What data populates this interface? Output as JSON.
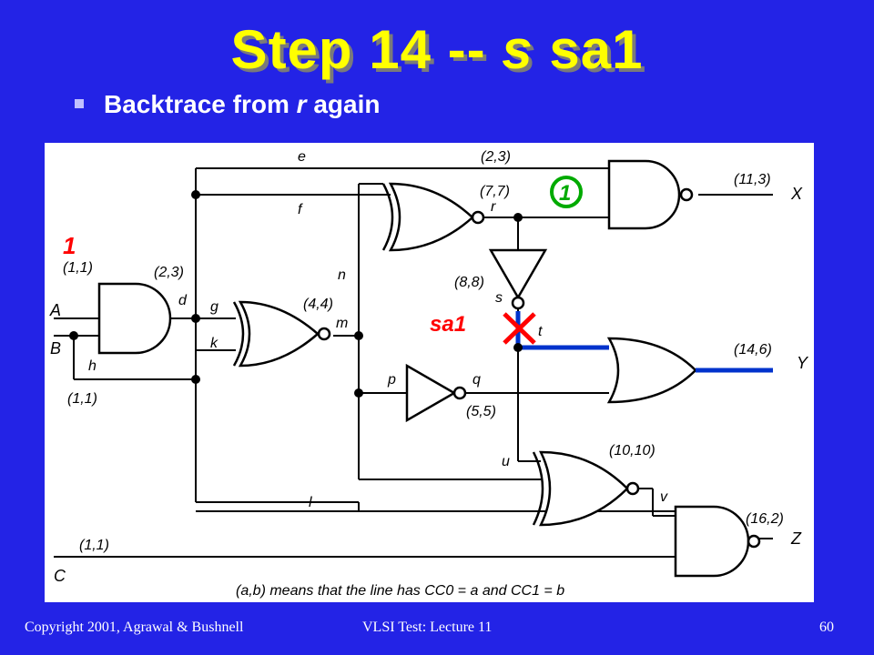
{
  "slide": {
    "title_part1": "Step 14 -- ",
    "title_italic": "s",
    "title_part2": " sa1",
    "bullet_part1": "Backtrace from ",
    "bullet_italic": "r",
    "bullet_part2": " again"
  },
  "diagram": {
    "labels": {
      "e": "e",
      "f": "f",
      "r": "r",
      "s": "s",
      "t": "t",
      "n": "n",
      "g": "g",
      "d": "d",
      "m": "m",
      "k": "k",
      "h": "h",
      "p": "p",
      "q": "q",
      "u": "u",
      "v": "v",
      "l": "l",
      "A": "A",
      "B": "B",
      "C": "C",
      "X": "X",
      "Y": "Y",
      "Z": "Z",
      "cc_e": "(2,3)",
      "cc_r": "(7,7)",
      "cc_X": "(11,3)",
      "cc_A": "(1,1)",
      "cc_d": "(2,3)",
      "cc_m": "(4,4)",
      "cc_s": "(8,8)",
      "cc_B": "(1,1)",
      "cc_q": "(5,5)",
      "cc_Y": "(14,6)",
      "cc_v": "(10,10)",
      "cc_Z": "(16,2)",
      "cc_C": "(1,1)",
      "note": "(a,b) means that the line has CC0 = a and CC1 = b"
    },
    "annotations": {
      "value_A": "1",
      "value_r": "1",
      "fault": "sa1"
    },
    "colors": {
      "annotation_red": "#ff0000",
      "annotation_green": "#00aa00",
      "fault_blue": "#0033cc"
    }
  },
  "footer": {
    "copyright": "Copyright 2001, Agrawal & Bushnell",
    "lecture": "VLSI Test: Lecture 11",
    "page": "60"
  }
}
